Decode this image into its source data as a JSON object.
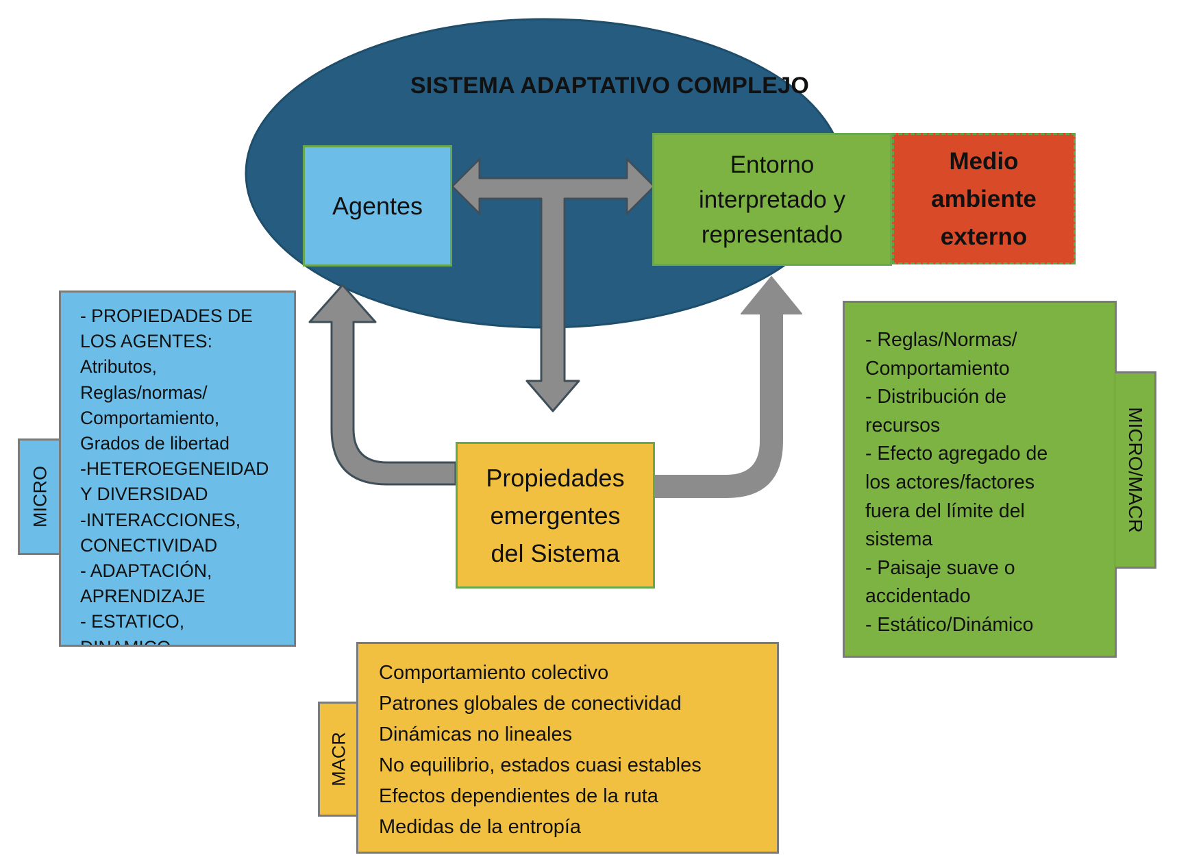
{
  "title": "SISTEMA ADAPTATIVO COMPLEJO",
  "colors": {
    "ellipse": "#255c80",
    "agentes": "#6cbde8",
    "entorno": "#7cb342",
    "medio": "#d94a28",
    "propiedades": "#f2c040",
    "arrow": "#8c8c8c"
  },
  "nodes": {
    "agentes": "Agentes",
    "entorno": [
      "Entorno",
      "interpretado y",
      "representado"
    ],
    "medio": [
      "Medio",
      "ambiente",
      "externo"
    ],
    "propiedades": [
      "Propiedades",
      "emergentes",
      "del Sistema"
    ]
  },
  "micro": {
    "tab": "MICRO",
    "lines": [
      "- PROPIEDADES DE",
      "LOS AGENTES:",
      "Atributos,",
      "Reglas/normas/",
      "Comportamiento,",
      "Grados de libertad",
      "-HETEROEGENEIDAD",
      "Y DIVERSIDAD",
      "-INTERACCIONES,",
      "CONECTIVIDAD",
      "- ADAPTACIÓN,",
      "APRENDIZAJE",
      "- ESTATICO,",
      "DINAMICO"
    ]
  },
  "micro_macr": {
    "tab": "MICRO/MACR",
    "lines": [
      "- Reglas/Normas/",
      "Comportamiento",
      "- Distribución de",
      "recursos",
      "- Efecto agregado de",
      "los actores/factores",
      "fuera del límite del",
      "sistema",
      "- Paisaje suave o",
      "accidentado",
      "- Estático/Dinámico"
    ]
  },
  "macr": {
    "tab": "MACR",
    "lines": [
      "Comportamiento colectivo",
      "Patrones globales de conectividad",
      "Dinámicas no lineales",
      "No equilibrio, estados cuasi estables",
      "Efectos dependientes de la ruta",
      "Medidas de la entropía"
    ]
  }
}
